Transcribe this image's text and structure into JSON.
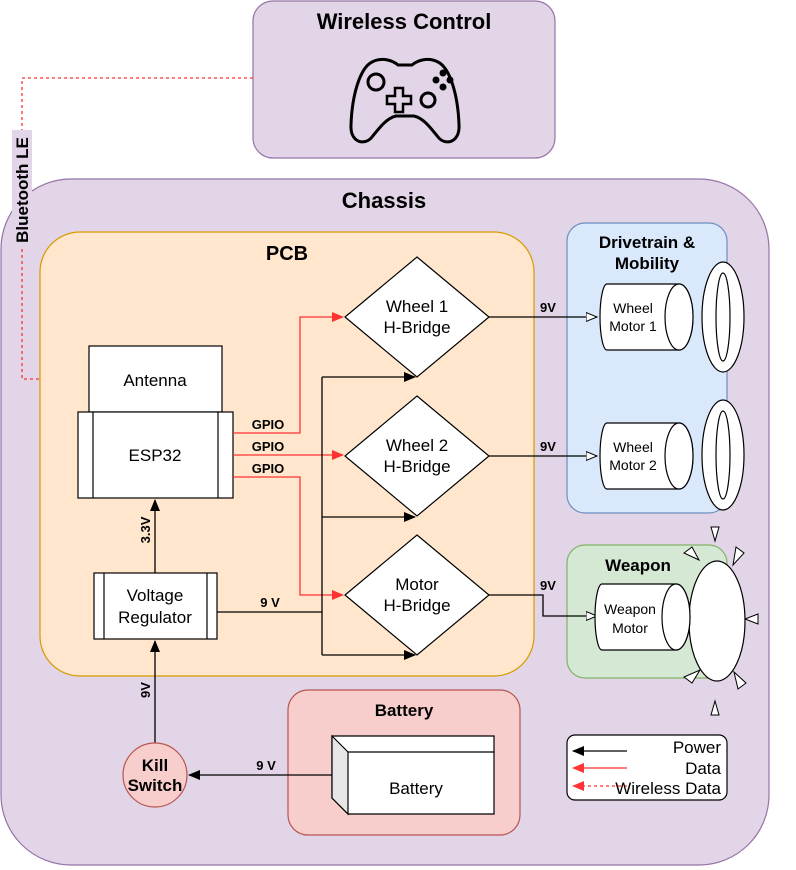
{
  "wireless_control": {
    "title": "Wireless Control"
  },
  "chassis": {
    "title": "Chassis"
  },
  "pcb": {
    "title": "PCB"
  },
  "drivetrain": {
    "title_line1": "Drivetrain &",
    "title_line2": "Mobility"
  },
  "weapon_group": {
    "title": "Weapon"
  },
  "battery_group": {
    "title": "Battery"
  },
  "blocks": {
    "antenna": "Antenna",
    "esp32": "ESP32",
    "voltage_regulator_line1": "Voltage",
    "voltage_regulator_line2": "Regulator",
    "wheel1_line1": "Wheel 1",
    "wheel1_line2": "H-Bridge",
    "wheel2_line1": "Wheel 2",
    "wheel2_line2": "H-Bridge",
    "motor_line1": "Motor",
    "motor_line2": "H-Bridge",
    "wheel_motor1_line1": "Wheel",
    "wheel_motor1_line2": "Motor 1",
    "wheel_motor2_line1": "Wheel",
    "wheel_motor2_line2": "Motor 2",
    "weapon_motor_line1": "Weapon",
    "weapon_motor_line2": "Motor",
    "battery": "Battery",
    "kill_switch_line1": "Kill",
    "kill_switch_line2": "Switch"
  },
  "edge_labels": {
    "bluetooth": "Bluetooth LE",
    "gpio1": "GPIO",
    "gpio2": "GPIO",
    "gpio3": "GPIO",
    "v33": "3.3V",
    "v9_regulator": "9 V",
    "v9_wheel1": "9V",
    "v9_wheel2": "9V",
    "v9_weapon": "9V",
    "v9_kill": "9V",
    "v9_battery": "9 V"
  },
  "legend": {
    "power": "Power",
    "data": "Data",
    "wireless": "Wireless Data"
  },
  "colors": {
    "wireless_fill": "#e1d5e7",
    "chassis_fill": "#e1d5e7",
    "pcb_fill": "#ffe6cc",
    "drivetrain_fill": "#dae8fc",
    "weapon_fill": "#d5e8d4",
    "battery_fill": "#f8cecc",
    "data_line": "#ff3333"
  }
}
